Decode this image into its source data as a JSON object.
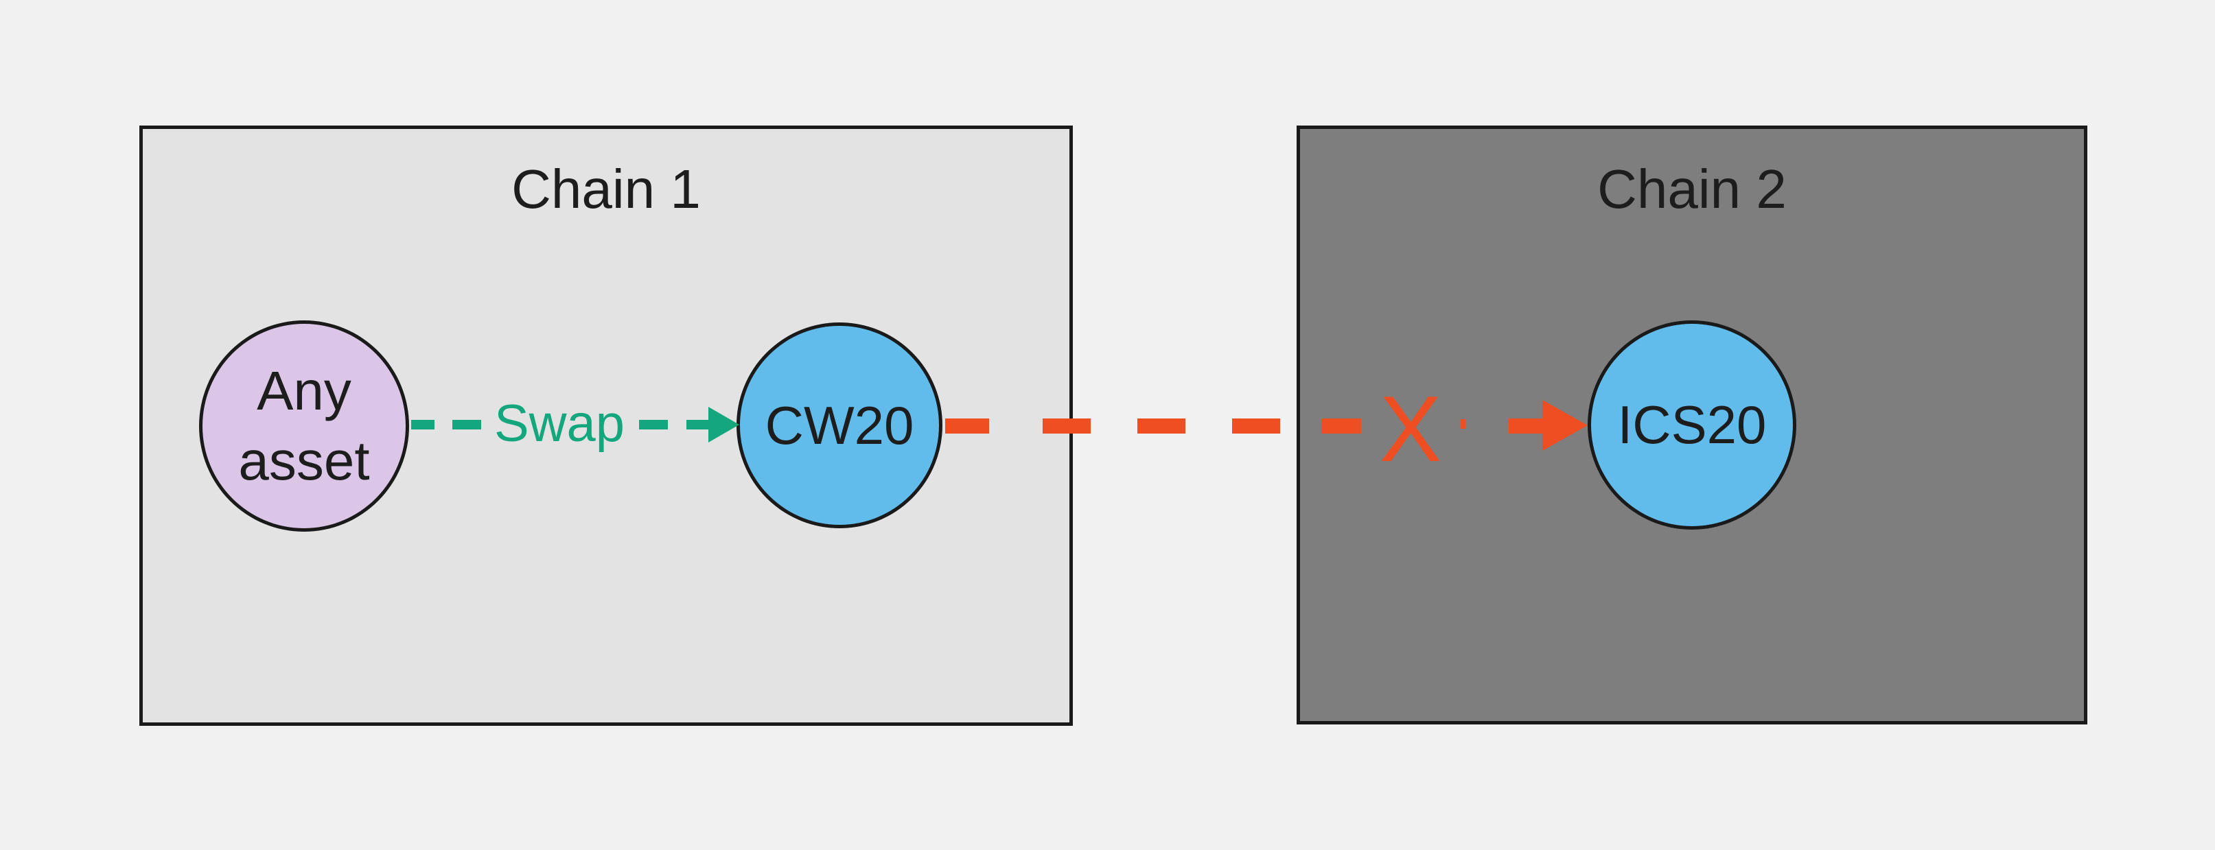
{
  "diagram": {
    "background": "#f1f1f1",
    "chain1": {
      "title": "Chain 1",
      "fill": "#e3e3e3",
      "border": "#1a1a1a"
    },
    "chain2": {
      "title": "Chain 2",
      "fill": "#7e7e7e",
      "border": "#1a1a1a"
    },
    "nodes": {
      "any_asset": {
        "line1": "Any",
        "line2": "asset",
        "fill": "#dcc6e8",
        "border": "#1a1a1a",
        "text_color": "#1d1d1d"
      },
      "cw20": {
        "label": "CW20",
        "fill": "#61bbeb",
        "border": "#1a1a1a",
        "text_color": "#1d1d1d"
      },
      "ics20": {
        "label": "ICS20",
        "fill": "#61bbeb",
        "border": "#1a1a1a",
        "text_color": "#1d1d1d"
      }
    },
    "edges": {
      "swap": {
        "label": "Swap",
        "color": "#14a67c",
        "style": "dashed",
        "from": "any_asset",
        "to": "cw20"
      },
      "transfer_blocked": {
        "marker": "X",
        "color": "#ef4e23",
        "style": "dashed",
        "from": "cw20",
        "to": "ics20"
      }
    }
  }
}
